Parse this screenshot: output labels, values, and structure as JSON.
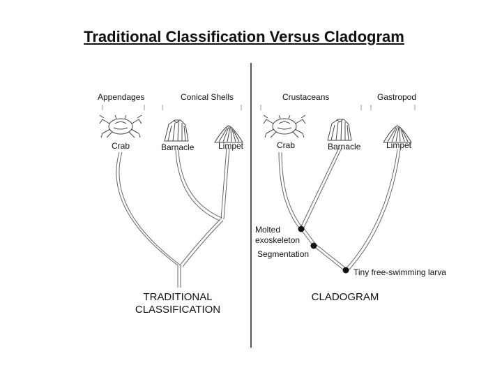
{
  "title": "Traditional Classification Versus Cladogram",
  "traditional": {
    "group_labels": [
      "Appendages",
      "Conical Shells"
    ],
    "organisms": [
      "Crab",
      "Barnacle",
      "Limpet"
    ],
    "caption": "TRADITIONAL\nCLASSIFICATION"
  },
  "cladogram": {
    "group_labels": [
      "Crustaceans",
      "Gastropod"
    ],
    "organisms": [
      "Crab",
      "Barnacle",
      "Limpet"
    ],
    "traits": [
      "Molted\nexoskeleton",
      "Segmentation",
      "Tiny free-swimming larva"
    ],
    "caption": "CLADOGRAM"
  }
}
